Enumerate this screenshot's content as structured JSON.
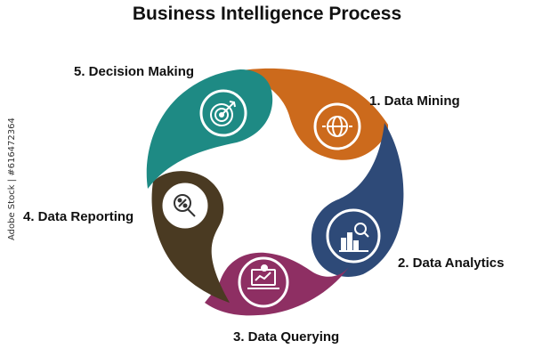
{
  "title": "Business Intelligence Process",
  "stock_id": "Adobe Stock | #616472364",
  "steps": [
    {
      "label": "1. Data Mining",
      "color": "#CC6A1C",
      "icon": "globe-icon"
    },
    {
      "label": "2. Data Analytics",
      "color": "#2E4A78",
      "icon": "bar-chart-magnifier-icon"
    },
    {
      "label": "3. Data Querying",
      "color": "#8E2F63",
      "icon": "laptop-analytics-icon"
    },
    {
      "label": "4. Data Reporting",
      "color": "#4A3A22",
      "icon": "magnifier-report-icon"
    },
    {
      "label": "5. Decision Making",
      "color": "#1E8A84",
      "icon": "target-arrow-icon"
    }
  ]
}
